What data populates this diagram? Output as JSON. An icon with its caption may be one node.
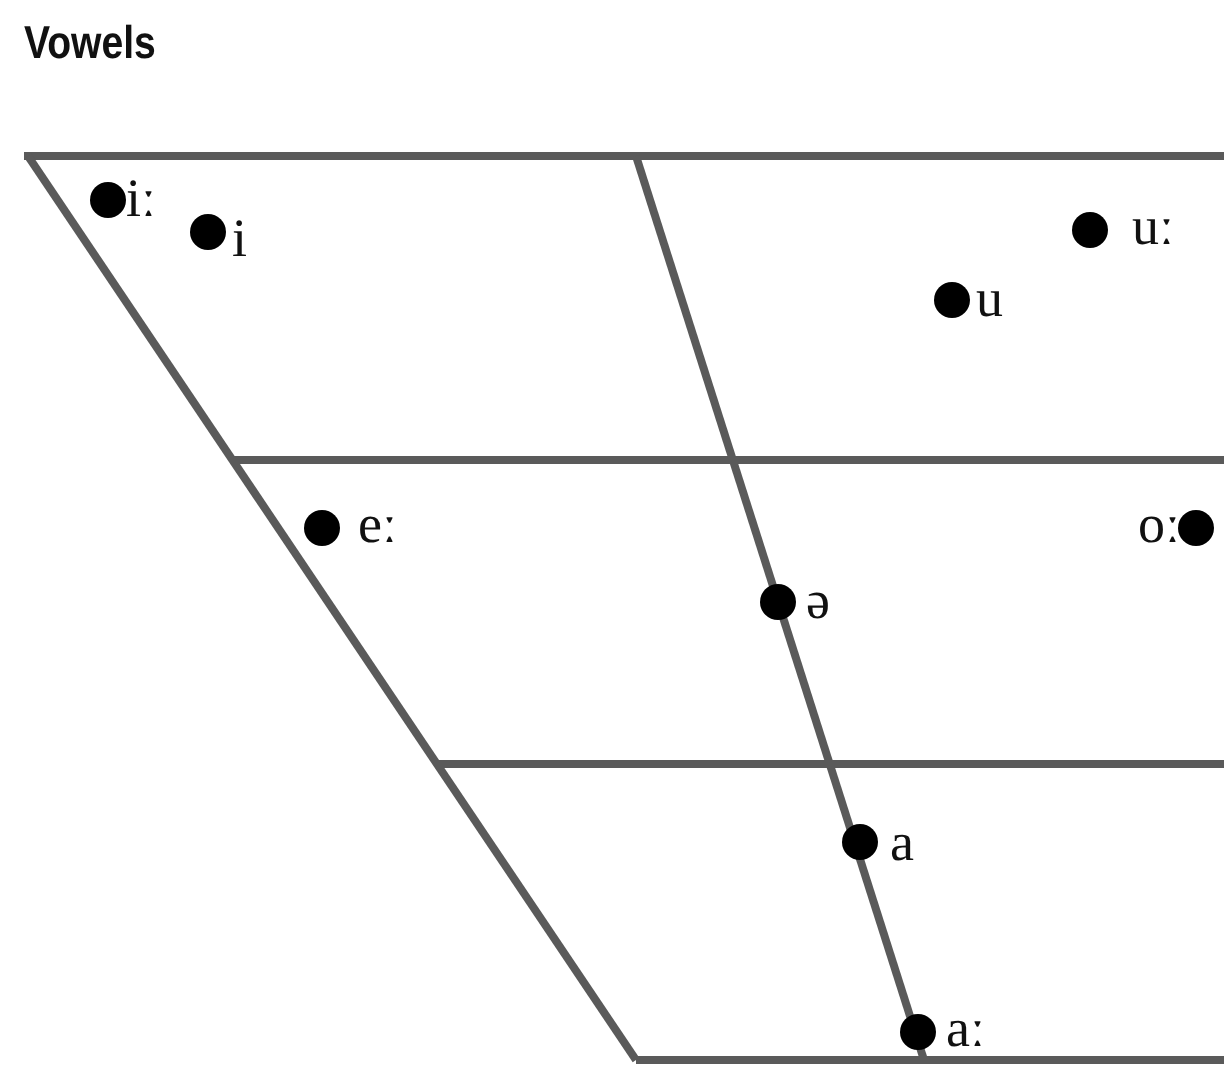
{
  "diagram": {
    "title": "Vowels",
    "labels": [
      "iː",
      "i",
      "uː",
      "u",
      "eː",
      "oː",
      "ə",
      "a",
      "aː"
    ]
  }
}
